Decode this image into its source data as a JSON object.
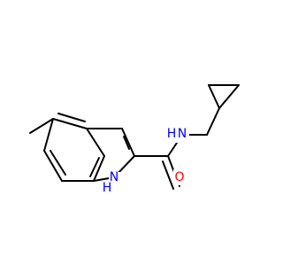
{
  "colors": {
    "background": "#ffffff",
    "bond": "#000000",
    "nitrogen": "#0000ff",
    "oxygen": "#ff0000"
  },
  "atoms": {
    "amide_nitrogen": "N",
    "amide_hydrogen": "H",
    "indole_nh": "H",
    "indole_nitrogen": "N",
    "carbonyl_oxygen": "O"
  }
}
